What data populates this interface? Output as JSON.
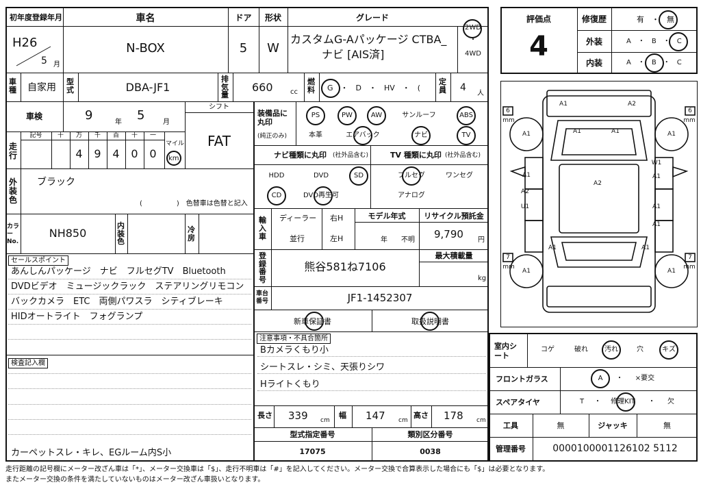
{
  "header": {
    "reg_year_label": "初年度登録年月",
    "reg_year": "H26",
    "reg_month": "5",
    "reg_month_unit": "月",
    "car_name_label": "車名",
    "car_name": "N-BOX",
    "doors_label": "ドア",
    "doors": "5",
    "shape_label": "形状",
    "shape": "W",
    "grade_label": "グレード",
    "grade_line1": "カスタムG-Aパッケージ CTBA_",
    "grade_line2": "ナビ [AIS済]",
    "drive_2wd": "2WD",
    "drive_dot": "・",
    "drive_4wd": "4WD"
  },
  "row2": {
    "usage_label": "車種",
    "usage": "自家用",
    "model_label": "型式",
    "model": "DBA-JF1",
    "displacement_label": "排気量",
    "displacement": "660",
    "displacement_unit": "cc",
    "fuel_label": "燃料",
    "fuel_options": "G　・　D　・　HV　・　(　　　)",
    "capacity_label": "定員",
    "capacity": "4",
    "capacity_unit": "人"
  },
  "evaluation": {
    "score_label": "評価点",
    "score": "4",
    "repair_label": "修復歴",
    "repair_options": "有　・　無",
    "exterior_label": "外装",
    "exterior_options": "A　・　B　・　C",
    "interior_label": "内装",
    "interior_options": "A　・　B　・　C"
  },
  "inspection": {
    "label": "車検",
    "year": "9",
    "year_unit": "年",
    "month": "5",
    "month_unit": "月",
    "shift_label": "シフト",
    "shift": "FAT"
  },
  "mileage": {
    "label": "走行",
    "symbol_label": "記号",
    "col_labels": [
      "十",
      "万",
      "千",
      "百",
      "十",
      "一"
    ],
    "digits": [
      "",
      "4",
      "9",
      "4",
      "0",
      "0"
    ],
    "unit_mile": "マイル",
    "unit_km": "km"
  },
  "exterior_color": {
    "label": "外装色",
    "value": "ブラック",
    "note": "(　　　　　)　色替車は色替と記入"
  },
  "color_no": {
    "label": "カラーNo.",
    "value": "NH850",
    "interior_label": "内装色",
    "aircon_label": "冷房"
  },
  "equipment": {
    "label": "装備品に丸印",
    "sublabel": "(純正のみ)",
    "row1": [
      "PS",
      "PW",
      "AW",
      "サンルーフ",
      "ABS"
    ],
    "row2": [
      "本革",
      "エアバック",
      "ナビ",
      "TV"
    ]
  },
  "nav_types": {
    "label": "ナビ種類に丸印",
    "sublabel": "(社外品含む)",
    "items": [
      "HDD",
      "DVD",
      "SD",
      "CD",
      "DVD再生可"
    ]
  },
  "tv_types": {
    "label": "TV 種類に丸印",
    "sublabel": "(社外品含む)",
    "items": [
      "フルセグ",
      "ワンセグ",
      "アナログ"
    ]
  },
  "import_section": {
    "label": "輸入車",
    "dealer": "ディーラー",
    "parallel": "並行",
    "right": "右H",
    "left": "左H",
    "model_year_label": "モデル年式",
    "model_year_year": "年",
    "model_year_value": "不明",
    "recycle_label": "リサイクル預託金",
    "recycle_value": "9,790",
    "recycle_unit": "円"
  },
  "registration": {
    "label": "登録番号",
    "value": "熊谷581ね7106",
    "max_load_label": "最大積載量",
    "max_load_unit": "kg"
  },
  "chassis": {
    "label": "車台番号",
    "value": "JF1-1452307"
  },
  "warranty": {
    "new_car_warranty": "新車保証書",
    "manual": "取扱説明書"
  },
  "notes": {
    "label": "注意事項・不具合箇所",
    "lines": [
      "Bカメラくもり小",
      "シートスレ・シミ、天張りシワ",
      "Hライトくもり"
    ]
  },
  "sales_points": {
    "label": "セールスポイント",
    "lines": [
      "あんしんパッケージ　ナビ　フルセグTV　Bluetooth",
      "DVDビデオ　ミュージックラック　ステアリングリモコン",
      "バックカメラ　ETC　両側パワスラ　シティブレーキ",
      "HIDオートライト　フォグランプ"
    ]
  },
  "inspector_notes": {
    "label": "検査記入欄",
    "text": "カーペットスレ・キレ、EGルーム内S小"
  },
  "dimensions": {
    "length_label": "長さ",
    "length": "339",
    "width_label": "幅",
    "width": "147",
    "height_label": "高さ",
    "height": "178",
    "unit": "cm",
    "type_designation_label": "型式指定番号",
    "type_designation": "17075",
    "category_label": "類別区分番号",
    "category": "0038"
  },
  "interior_details": {
    "seat_label": "室内シート",
    "seat_items": [
      "コゲ",
      "破れ",
      "汚れ",
      "穴",
      "キズ"
    ],
    "windshield_label": "フロントガラス",
    "windshield_items": [
      "A",
      "・",
      "×要交"
    ],
    "spare_label": "スペアタイヤ",
    "spare_items": [
      "T",
      "・",
      "修理KIT",
      "・",
      "欠"
    ],
    "tools_label": "工具",
    "tools_value": "無",
    "jack_label": "ジャッキ",
    "jack_value": "無",
    "control_label": "管理番号",
    "control_value": "0000100001126102 5112"
  },
  "diagram": {
    "marks": [
      "A1",
      "A2",
      "A1",
      "A1",
      "A1",
      "A1",
      "A1",
      "W1",
      "A1",
      "A2",
      "U1",
      "A2",
      "A1",
      "A1",
      "A1",
      "A1",
      "A1",
      "A1"
    ],
    "side_labels": [
      "6",
      "mm",
      "6",
      "mm",
      "7",
      "mm",
      "7",
      "mm"
    ]
  },
  "footer": {
    "line1": "走行距離の記号欄にメーター改ざん車は「*」、メーター交換車は「$」、走行不明車は「#」を記入してください。メーター交換で合算表示した場合にも「$」は必要となります。",
    "line2": "またメーター交換の条件を満たしていないものはメーター改ざん車扱いとなります。"
  }
}
